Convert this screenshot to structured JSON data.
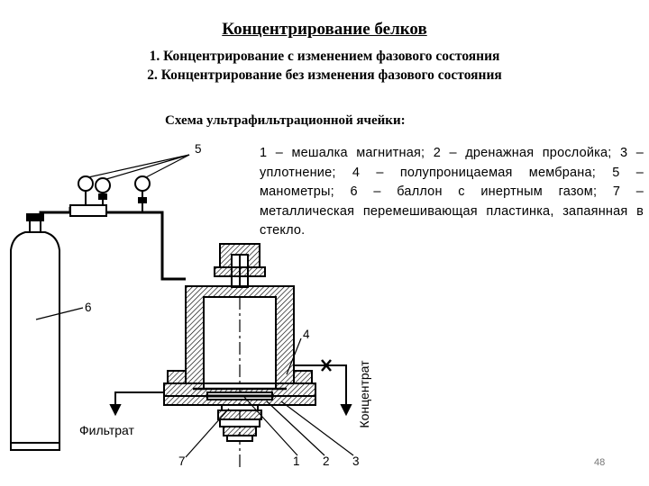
{
  "title": "Концентрирование белков",
  "items": [
    "1. Концентрирование с изменением фазового состояния",
    "2. Концентрирование без изменения фазового состояния"
  ],
  "schema_title": "Схема ультрафильтрационной ячейки:",
  "legend": "1 – мешалка магнитная; 2 – дренажная прослойка; 3 – уплотнение; 4 – полупроницаемая мембрана; 5 – манометры; 6 – баллон с инертным газом; 7 – металлическая перемешивающая пластинка, запаянная в стекло.",
  "labels": {
    "n1": "1",
    "n2": "2",
    "n3": "3",
    "n4": "4",
    "n5": "5",
    "n6": "6",
    "n7": "7",
    "filtrat": "Фильтрат",
    "koncentrat": "Концентрат"
  },
  "page_number": "48"
}
